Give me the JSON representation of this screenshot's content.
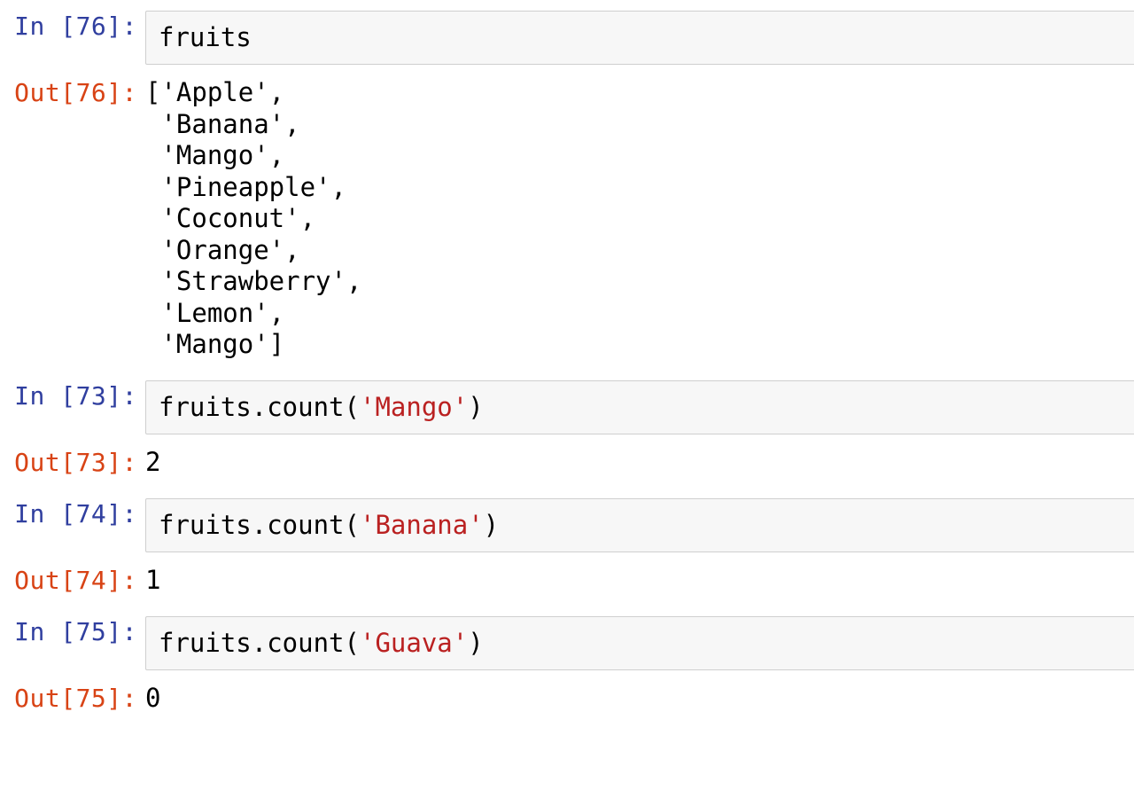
{
  "notebook": {
    "kernel_language": "python",
    "colors": {
      "in_prompt": "#303f9f",
      "out_prompt": "#d84315",
      "string_literal": "#ba2121",
      "code_text": "#000000",
      "input_background": "#f7f7f7",
      "input_border": "#cfcfcf",
      "page_background": "#ffffff"
    },
    "cells": [
      {
        "in_prompt": "In [76]:",
        "out_prompt": "Out[76]:",
        "source": "fruits",
        "source_tokens": [
          {
            "text": "fruits",
            "type": "plain"
          }
        ],
        "output_lines": [
          "['Apple',",
          " 'Banana',",
          " 'Mango',",
          " 'Pineapple',",
          " 'Coconut',",
          " 'Orange',",
          " 'Strawberry',",
          " 'Lemon',",
          " 'Mango']"
        ],
        "output_value": [
          "Apple",
          "Banana",
          "Mango",
          "Pineapple",
          "Coconut",
          "Orange",
          "Strawberry",
          "Lemon",
          "Mango"
        ]
      },
      {
        "in_prompt": "In [73]:",
        "out_prompt": "Out[73]:",
        "source": "fruits.count('Mango')",
        "source_tokens": [
          {
            "text": "fruits.count(",
            "type": "plain"
          },
          {
            "text": "'Mango'",
            "type": "string"
          },
          {
            "text": ")",
            "type": "plain"
          }
        ],
        "output_lines": [
          "2"
        ],
        "output_value": "2"
      },
      {
        "in_prompt": "In [74]:",
        "out_prompt": "Out[74]:",
        "source": "fruits.count('Banana')",
        "source_tokens": [
          {
            "text": "fruits.count(",
            "type": "plain"
          },
          {
            "text": "'Banana'",
            "type": "string"
          },
          {
            "text": ")",
            "type": "plain"
          }
        ],
        "output_lines": [
          "1"
        ],
        "output_value": "1"
      },
      {
        "in_prompt": "In [75]:",
        "out_prompt": "Out[75]:",
        "source": "fruits.count('Guava')",
        "source_tokens": [
          {
            "text": "fruits.count(",
            "type": "plain"
          },
          {
            "text": "'Guava'",
            "type": "string"
          },
          {
            "text": ")",
            "type": "plain"
          }
        ],
        "output_lines": [
          "0"
        ],
        "output_value": "0"
      }
    ]
  }
}
